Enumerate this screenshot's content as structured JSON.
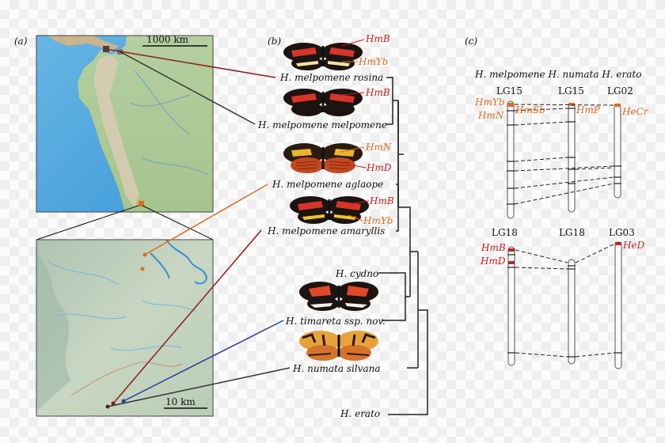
{
  "panel_a": {
    "label": "(a)",
    "scale_top": "1000 km",
    "scale_bottom": "10 km"
  },
  "panel_b": {
    "label": "(b)",
    "taxa": [
      "H. melpomene rosina",
      "H. melpomene melpomene",
      "H. melpomene aglaope",
      "H. melpomene amaryllis",
      "H. cydno",
      "H. timareta ssp. nov.",
      "H. numata silvana",
      "H. erato"
    ],
    "loci": {
      "rosina": [
        "HmB",
        "HmYb"
      ],
      "melpomene": [
        "HmB"
      ],
      "aglaope": [
        "HmN",
        "HmD"
      ],
      "amaryllis": [
        "HmB",
        "HmYb"
      ]
    }
  },
  "panel_c": {
    "label": "(c)",
    "species_header": "H. melpomene H. numata H. erato",
    "top_chroms": [
      "LG15",
      "LG15",
      "LG02"
    ],
    "bottom_chroms": [
      "LG18",
      "LG18",
      "LG03"
    ],
    "top_loci": {
      "left": [
        "HmYb",
        "HmN"
      ],
      "mid_left": "HmSb",
      "mid": "HmP",
      "right": "HeCr"
    },
    "bottom_loci": {
      "left": [
        "HmB",
        "HmD"
      ],
      "right": "HeD"
    }
  },
  "colors": {
    "orange": "#e06a22",
    "red": "#c8201c",
    "dark_red": "#8a1e1c",
    "blue": "#2a3fa0",
    "line": "#222222"
  }
}
